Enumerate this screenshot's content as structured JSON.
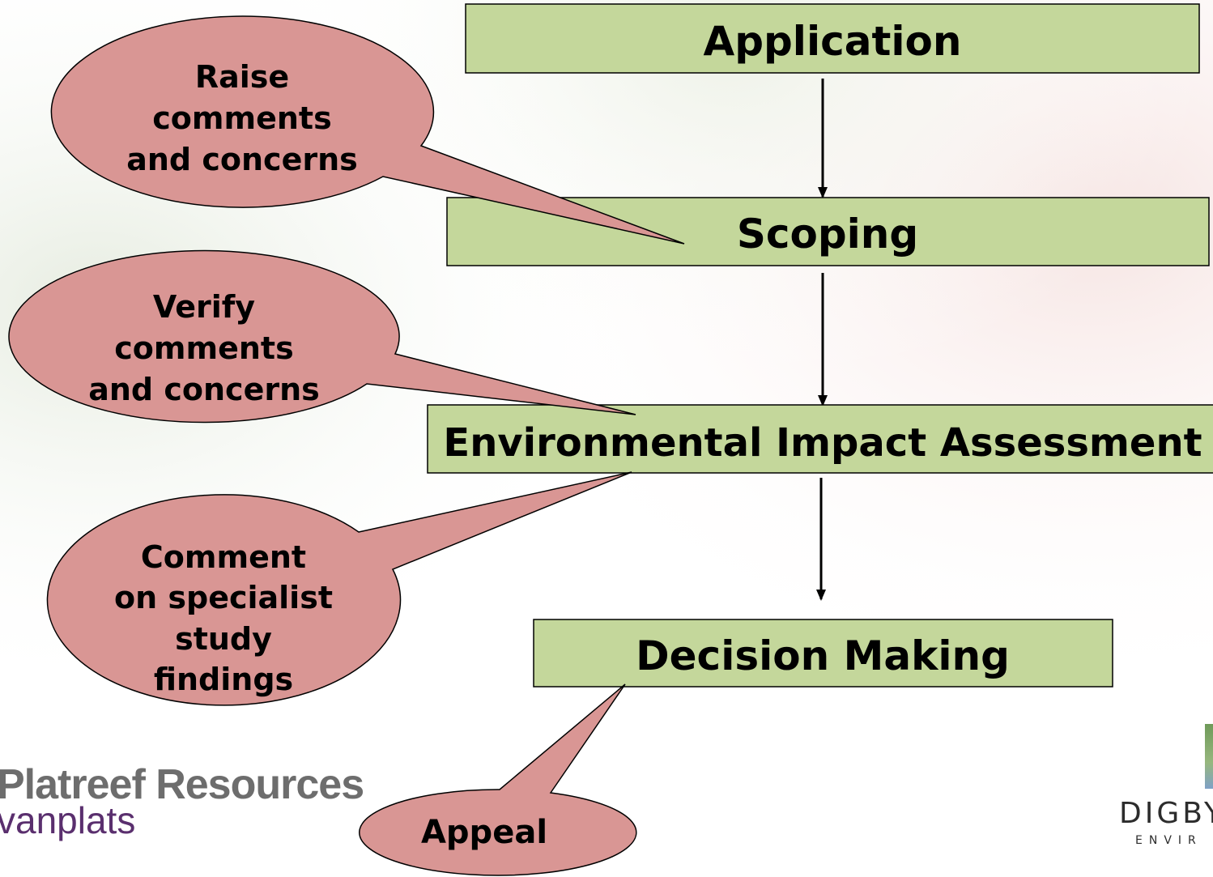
{
  "diagram": {
    "steps": [
      {
        "id": "application",
        "label": "Application"
      },
      {
        "id": "scoping",
        "label": "Scoping"
      },
      {
        "id": "eia",
        "label": "Environmental Impact Assessment"
      },
      {
        "id": "decision",
        "label": "Decision Making"
      }
    ],
    "callouts": [
      {
        "id": "raise",
        "lines": [
          "Raise",
          "comments",
          "and concerns"
        ]
      },
      {
        "id": "verify",
        "lines": [
          "Verify",
          "comments",
          "and concerns"
        ]
      },
      {
        "id": "comment",
        "lines": [
          "Comment",
          "on specialist",
          "study",
          "findings"
        ]
      },
      {
        "id": "appeal",
        "lines": [
          "Appeal"
        ]
      }
    ]
  },
  "logos": {
    "left_line1": "Platreef Resources",
    "left_line2": "vanplats",
    "right_name": "DIGBY",
    "right_sub": "ENVIR"
  },
  "colors": {
    "box_fill": "#c4d79b",
    "bubble_fill": "#d99694",
    "outline": "#000000"
  }
}
